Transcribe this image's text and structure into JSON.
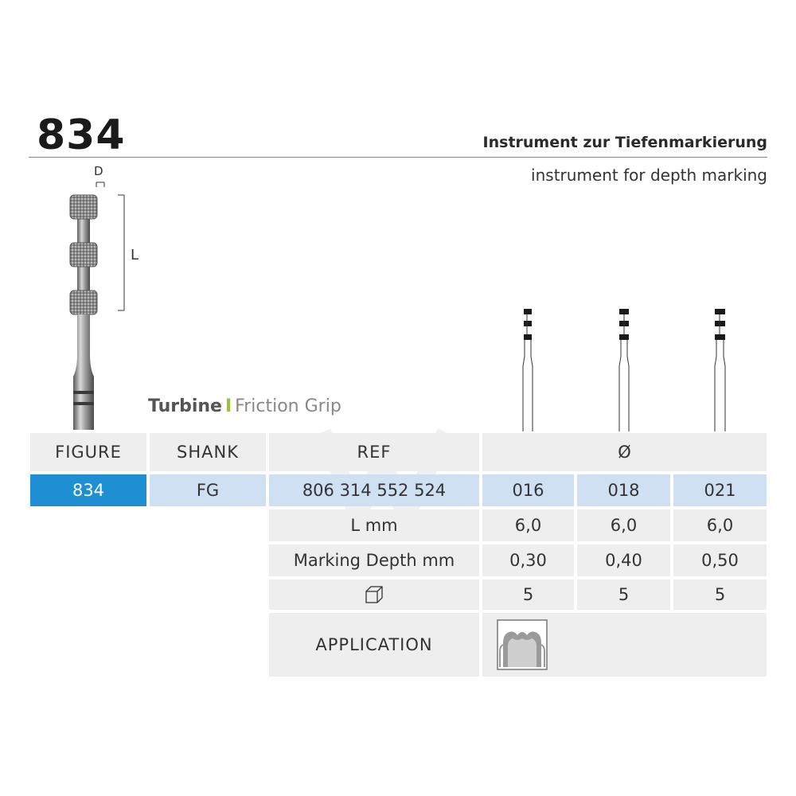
{
  "header": {
    "figure_number": "834",
    "title_de": "Instrument zur Tiefenmarkierung",
    "title_en": "instrument for depth marking"
  },
  "drawing": {
    "dim_d_label": "D",
    "dim_l_label": "L",
    "shank_type_bold": "Turbine",
    "shank_type_separator": "I",
    "shank_type_light": "Friction Grip"
  },
  "table": {
    "headers": {
      "figure": "FIGURE",
      "shank": "SHANK",
      "ref": "REF",
      "diameter": "Ø"
    },
    "figure": "834",
    "shank": "FG",
    "ref": "806 314 552 524",
    "sizes": [
      "016",
      "018",
      "021"
    ],
    "rows": [
      {
        "label": "L mm",
        "values": [
          "6,0",
          "6,0",
          "6,0"
        ]
      },
      {
        "label": "Marking Depth mm",
        "values": [
          "0,30",
          "0,40",
          "0,50"
        ]
      },
      {
        "label_icon": "package-box-icon",
        "values": [
          "5",
          "5",
          "5"
        ]
      }
    ],
    "application_label": "APPLICATION",
    "application_icon": "tooth-cross-section-icon"
  },
  "colors": {
    "accent_blue": "#1e8fd3",
    "light_blue": "#cfe0f3",
    "cell_gray": "#eeeeee",
    "separator_green": "#9cc03c"
  }
}
